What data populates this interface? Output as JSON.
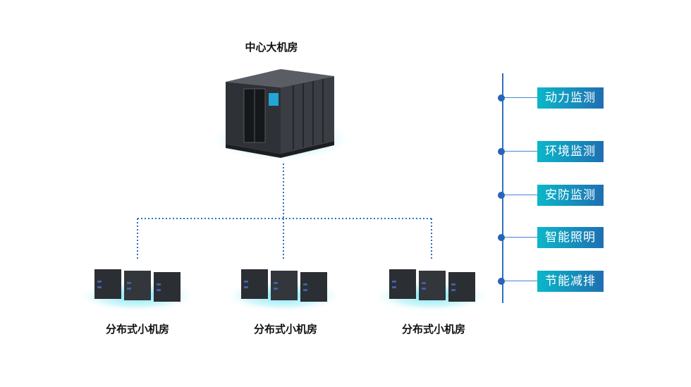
{
  "central_room": {
    "label": "中心大机房"
  },
  "distributed_rooms": [
    {
      "label": "分布式小机房"
    },
    {
      "label": "分布式小机房"
    },
    {
      "label": "分布式小机房"
    }
  ],
  "monitoring_items": [
    {
      "label": "动力监测"
    },
    {
      "label": "环境监测"
    },
    {
      "label": "安防监测"
    },
    {
      "label": "智能照明"
    },
    {
      "label": "节能减排"
    }
  ],
  "colors": {
    "accent_start": "#0bb7c9",
    "accent_end": "#1f6fb2",
    "line": "#2f6fc1"
  }
}
